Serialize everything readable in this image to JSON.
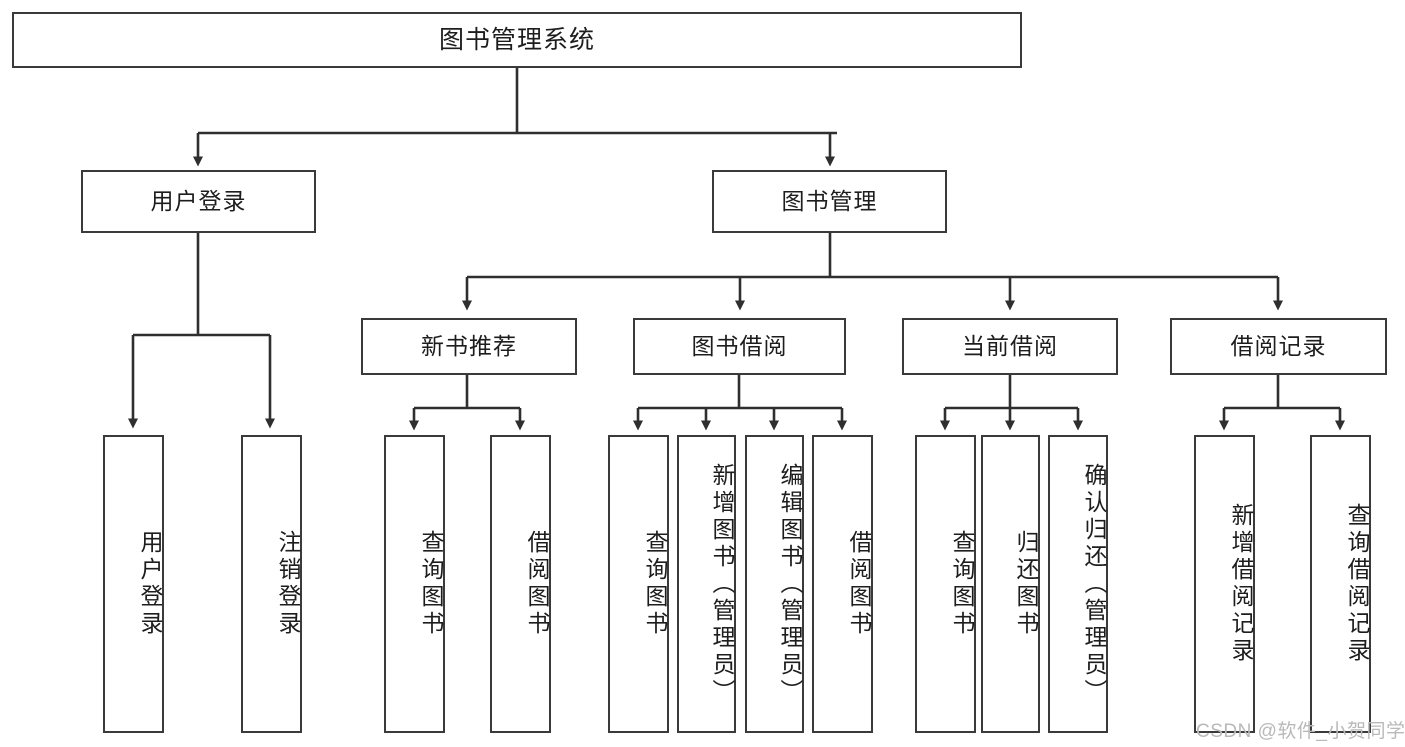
{
  "diagram": {
    "title": "图书管理系统",
    "type": "hierarchy-tree",
    "colors": {
      "border": "#3a3a3a",
      "background": "#ffffff",
      "text": "#1d1d1d",
      "connector": "#2f2f2f",
      "watermark": "#b9b9b9"
    },
    "nodes": {
      "root": "图书管理系统",
      "level2": {
        "user_login": "用户登录",
        "book_manage": "图书管理"
      },
      "level3": {
        "new_book_recommend": "新书推荐",
        "book_borrow": "图书借阅",
        "current_borrow": "当前借阅",
        "borrow_record": "借阅记录"
      },
      "leaves": {
        "user_login_do": "用户登录",
        "user_logout": "注销登录",
        "recommend_query_book": "查询图书",
        "recommend_borrow_book": "借阅图书",
        "borrow_query_book": "查询图书",
        "borrow_add_book": "新增图书（管理员）",
        "borrow_edit_book": "编辑图书（管理员）",
        "borrow_borrow_book": "借阅图书",
        "current_query_book": "查询图书",
        "current_return_book": "归还图书",
        "current_confirm_return": "确认归还（管理员）",
        "record_add": "新增借阅记录",
        "record_query": "查询借阅记录"
      }
    },
    "watermark": "CSDN @软件_小贺同学"
  }
}
